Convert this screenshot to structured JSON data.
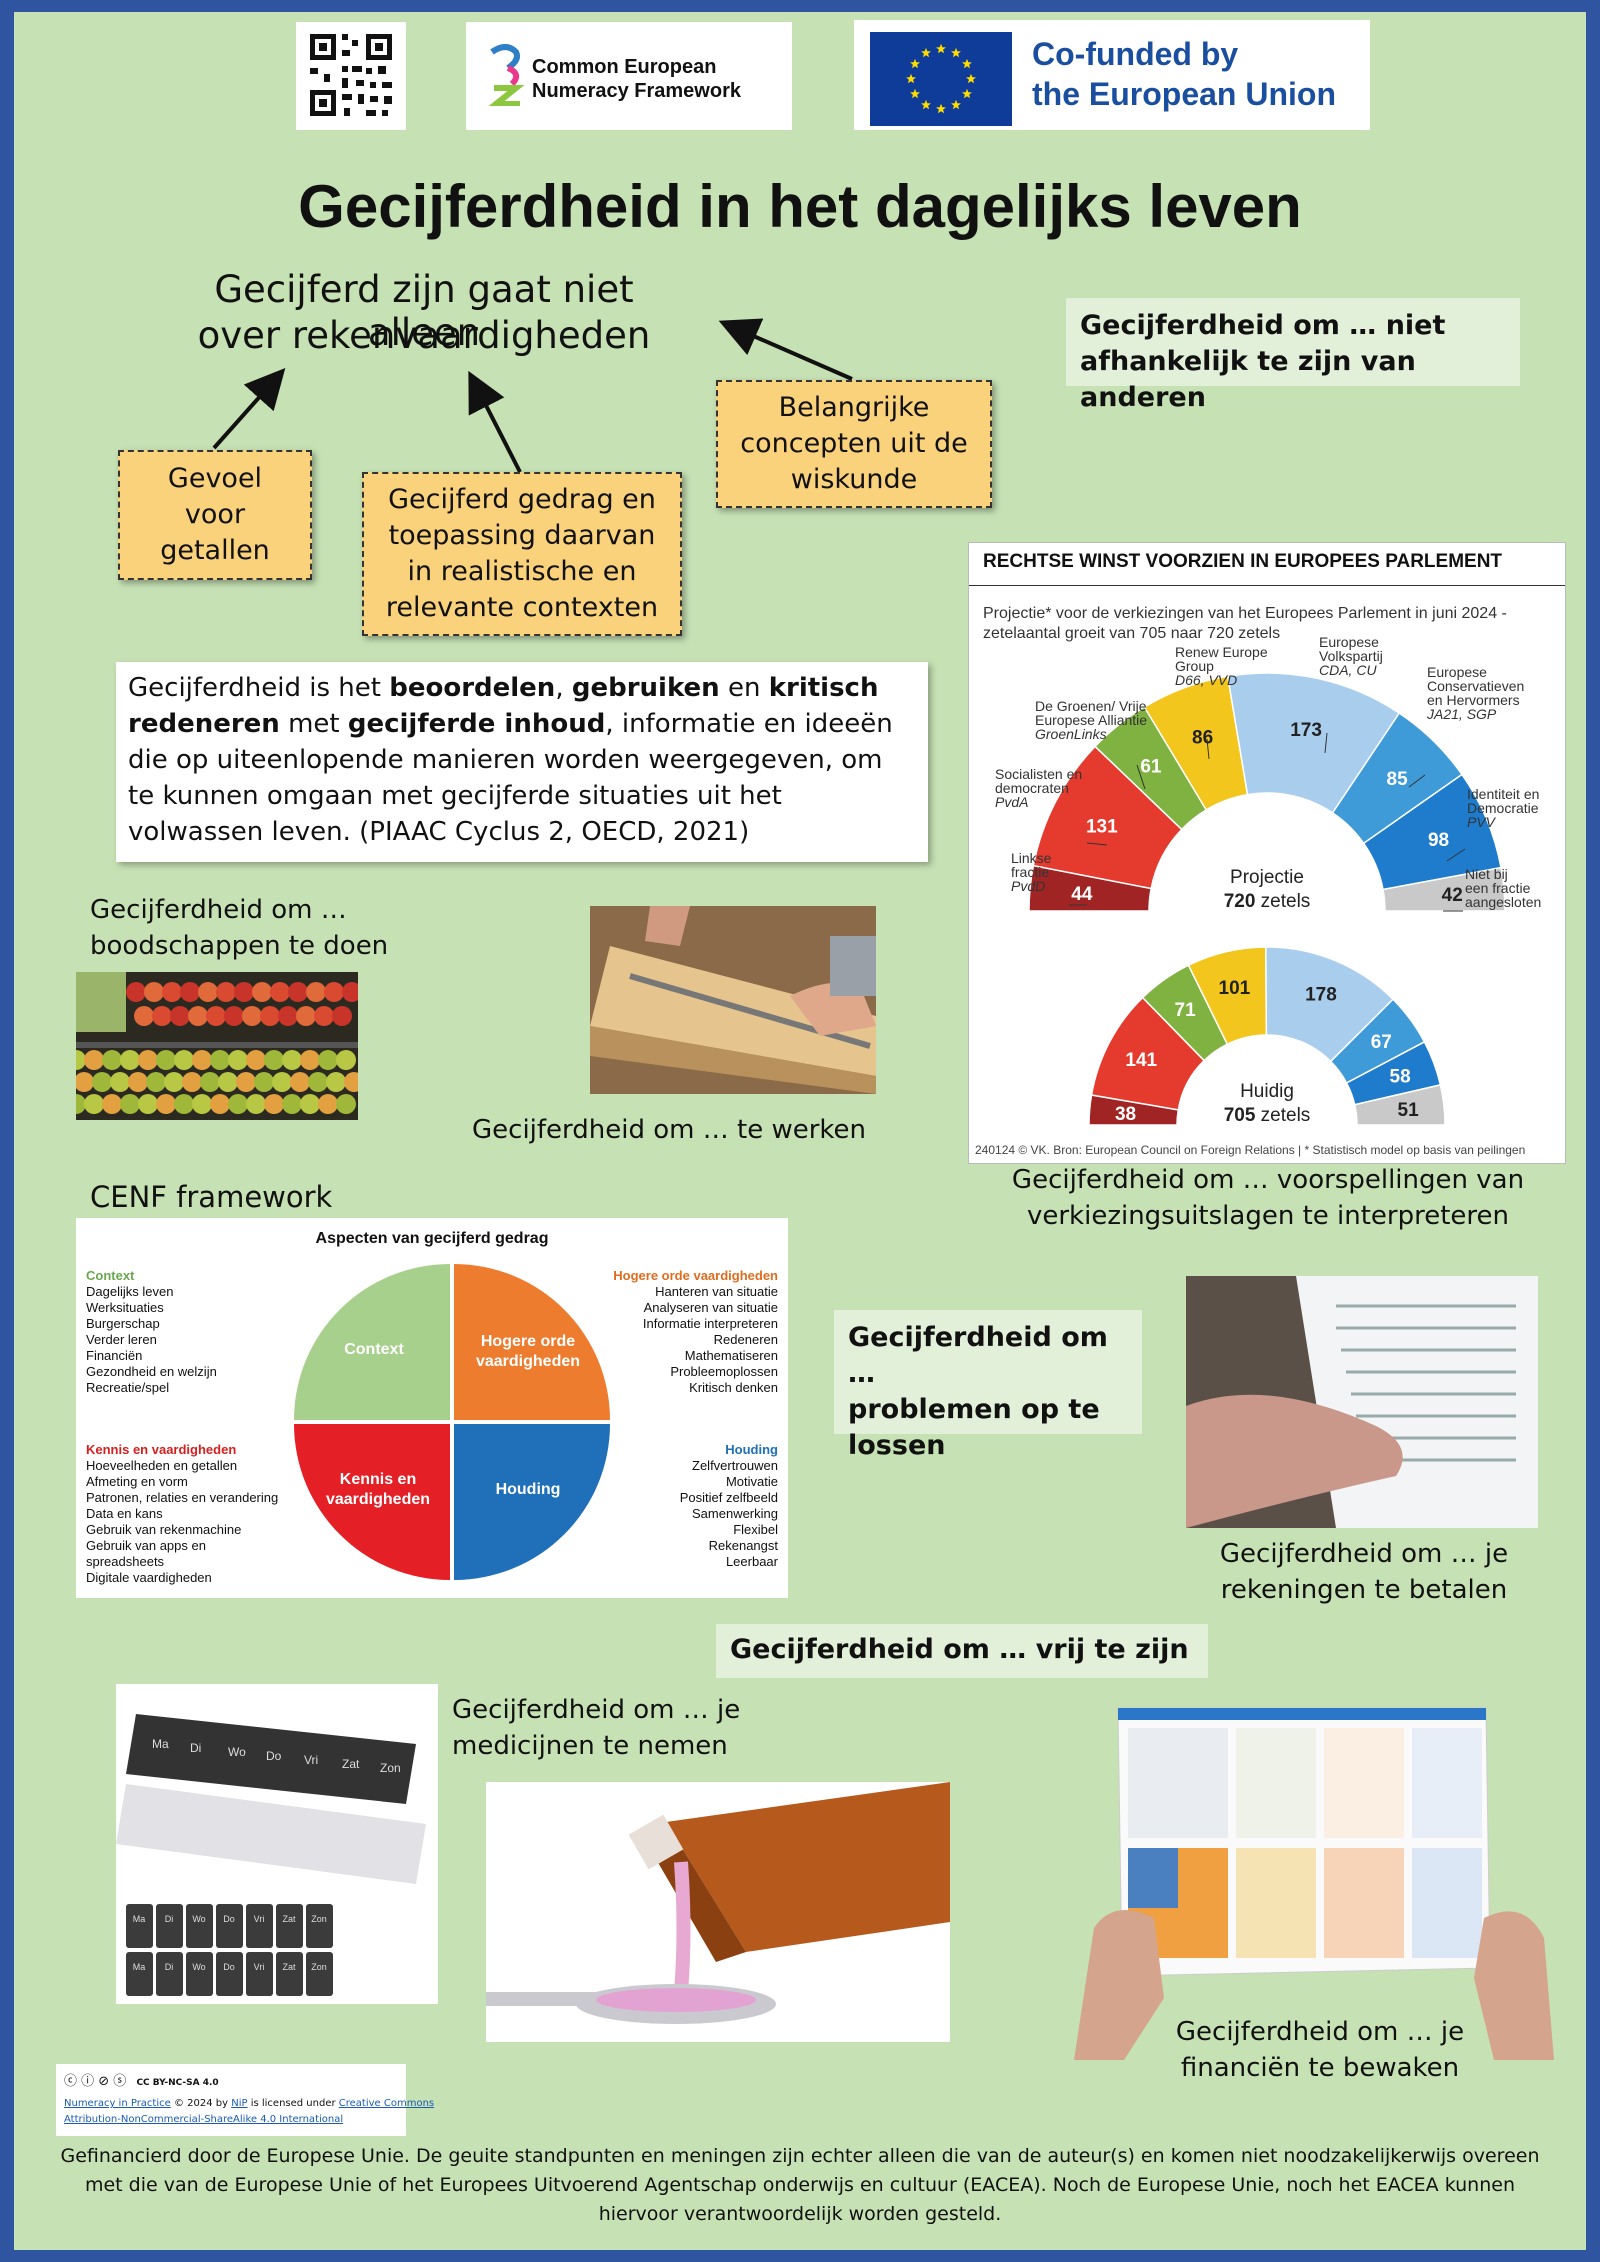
{
  "logos": {
    "qr": "qr-code",
    "cenf_line1": "Common European",
    "cenf_line2": "Numeracy Framework",
    "eu_line1": "Co-funded by",
    "eu_line2": "the European Union"
  },
  "title": "Gecijferdheid in het dagelijks leven",
  "concept": {
    "main_line1": "Gecijferd zijn gaat niet alleen",
    "main_line2": "over rekenvaardigheden",
    "note1_l1": "Gevoel",
    "note1_l2": "voor",
    "note1_l3": "getallen",
    "note2_l1": "Gecijferd gedrag en",
    "note2_l2": "toepassing daarvan",
    "note2_l3": "in realistische en",
    "note2_l4": "relevante contexten",
    "note3_l1": "Belangrijke",
    "note3_l2": "concepten uit de",
    "note3_l3": "wiskunde"
  },
  "independent": {
    "line1": "Gecijferdheid om … niet",
    "line2": "afhankelijk te zijn van anderen"
  },
  "definition": {
    "p1": "Gecijferdheid is het ",
    "b1": "beoordelen",
    "p2": ", ",
    "b2": "gebruiken",
    "p3": " en ",
    "b3": "kritisch redeneren",
    "p4": " met ",
    "b4": "gecijferde inhoud",
    "p5": ", informatie en ideeën die op uiteenlopende manieren worden weergegeven, om te kunnen omgaan met gecijferde situaties uit het volwassen leven. (PIAAC Cyclus 2, OECD, 2021)"
  },
  "captions": {
    "shopping_l1": "Gecijferdheid om …",
    "shopping_l2": "boodschappen te doen",
    "work": "Gecijferdheid om … te werken",
    "election_l1": "Gecijferdheid om … voorspellingen van",
    "election_l2": "verkiezingsuitslagen te interpreteren",
    "cenf_heading": "CENF framework",
    "problems_l1": "Gecijferdheid om …",
    "problems_l2": "problemen op te",
    "problems_l3": "lossen",
    "bills_l1": "Gecijferdheid om … je",
    "bills_l2": "rekeningen te betalen",
    "free": "Gecijferdheid om … vrij te zijn",
    "meds_l1": "Gecijferdheid om … je",
    "meds_l2": "medicijnen te nemen",
    "finance_l1": "Gecijferdheid om … je",
    "finance_l2": "financiën te bewaken"
  },
  "pill_days": [
    "Ma",
    "Di",
    "Wo",
    "Do",
    "Vri",
    "Zat",
    "Zon"
  ],
  "chart_data": {
    "type": "pie",
    "title": "RECHTSE WINST VOORZIEN IN EUROPEES PARLEMENT",
    "subtitle_l1": "Projectie* voor de verkiezingen van het Europees Parlement in juni 2024 -",
    "subtitle_l2": "zetelaantal groeit van 705 naar 720 zetels",
    "categories": [
      "Linkse fractie",
      "Socialisten en democraten",
      "De Groenen/ Vrije Europese Alliantie",
      "Renew Europe Group",
      "Europese Volkspartij",
      "Europese Conservatieven en Hervormers",
      "Identiteit en Democratie",
      "Niet bij een fractie aangesloten"
    ],
    "category_labels": [
      {
        "name": "Linkse",
        "name2": "fractie",
        "party": "PvdD"
      },
      {
        "name": "Socialisten en",
        "name2": "democraten",
        "party": "PvdA"
      },
      {
        "name": "De Groenen/ Vrije",
        "name2": "Europese Alliantie",
        "party": "GroenLinks"
      },
      {
        "name": "Renew Europe",
        "name2": "Group",
        "party": "D66, VVD"
      },
      {
        "name": "Europese",
        "name2": "Volkspartij",
        "party": "CDA, CU"
      },
      {
        "name": "Europese",
        "name2": "Conservatieven",
        "name3": "en Hervormers",
        "party": "JA21, SGP"
      },
      {
        "name": "Identiteit en",
        "name2": "Democratie",
        "party": "PVV"
      },
      {
        "name": "Niet bij",
        "name2": "een fractie",
        "name3": "aangesloten",
        "party": ""
      }
    ],
    "colors": [
      "#a02424",
      "#e53b2e",
      "#7fb241",
      "#f2c61c",
      "#a9cdec",
      "#3f9ad8",
      "#1f7ccd",
      "#c9c9c9"
    ],
    "series": [
      {
        "label_l1": "Projectie",
        "label_l2_num": "720",
        "label_l2_unit": "zetels",
        "values": [
          44,
          131,
          61,
          86,
          173,
          85,
          98,
          42
        ]
      },
      {
        "label_l1": "Huidig",
        "label_l2_num": "705",
        "label_l2_unit": "zetels",
        "values": [
          38,
          141,
          71,
          101,
          178,
          67,
          58,
          51
        ]
      }
    ],
    "source": "240124 © VK. Bron: European Council on Foreign Relations | * Statistisch model op basis van peilingen"
  },
  "cenf": {
    "title": "Aspecten van gecijferd gedrag",
    "context_head": "Context",
    "context_items": [
      "Dagelijks leven",
      "Werksituaties",
      "Burgerschap",
      "Verder leren",
      "Financiën",
      "Gezondheid en welzijn",
      "Recreatie/spel"
    ],
    "hogere_head": "Hogere orde vaardigheden",
    "hogere_items": [
      "Hanteren van situatie",
      "Analyseren van situatie",
      "Informatie interpreteren",
      "Redeneren",
      "Mathematiseren",
      "Probleemoplossen",
      "Kritisch denken"
    ],
    "kennis_head": "Kennis en vaardigheden",
    "kennis_items": [
      "Hoeveelheden en getallen",
      "Afmeting en vorm",
      "Patronen, relaties en verandering",
      "Data en kans",
      "Gebruik van rekenmachine",
      "Gebruik van apps en",
      "spreadsheets",
      "Digitale vaardigheden"
    ],
    "houding_head": "Houding",
    "houding_items": [
      "Zelfvertrouwen",
      "Motivatie",
      "Positief zelfbeeld",
      "Samenwerking",
      "Flexibel",
      "Rekenangst",
      "Leerbaar"
    ],
    "q_context": "Context",
    "q_hogere_l1": "Hogere orde",
    "q_hogere_l2": "vaardigheden",
    "q_kennis_l1": "Kennis en",
    "q_kennis_l2": "vaardigheden",
    "q_houding": "Houding",
    "colors": {
      "context": "#a7d08c",
      "hogere": "#ee7c2e",
      "kennis": "#e41f26",
      "houding": "#1f6fb9"
    }
  },
  "license": {
    "badge": "CC BY-NC-SA 4.0",
    "line1a": "Numeracy in Practice",
    "line1b": " © 2024 by ",
    "line1c": "NiP",
    "line1d": " is licensed under ",
    "line1e": "Creative Commons",
    "line2": "Attribution-NonCommercial-ShareAlike 4.0 International"
  },
  "footer": {
    "l1": "Gefinancierd door de Europese Unie. De geuite standpunten en meningen zijn echter alleen die van de auteur(s) en komen niet noodzakelijkerwijs overeen",
    "l2": "met die van de Europese Unie of het Europees Uitvoerend Agentschap onderwijs en cultuur (EACEA). Noch de Europese Unie, noch het EACEA kunnen",
    "l3": "hiervoor verantwoordelijk worden gesteld."
  }
}
